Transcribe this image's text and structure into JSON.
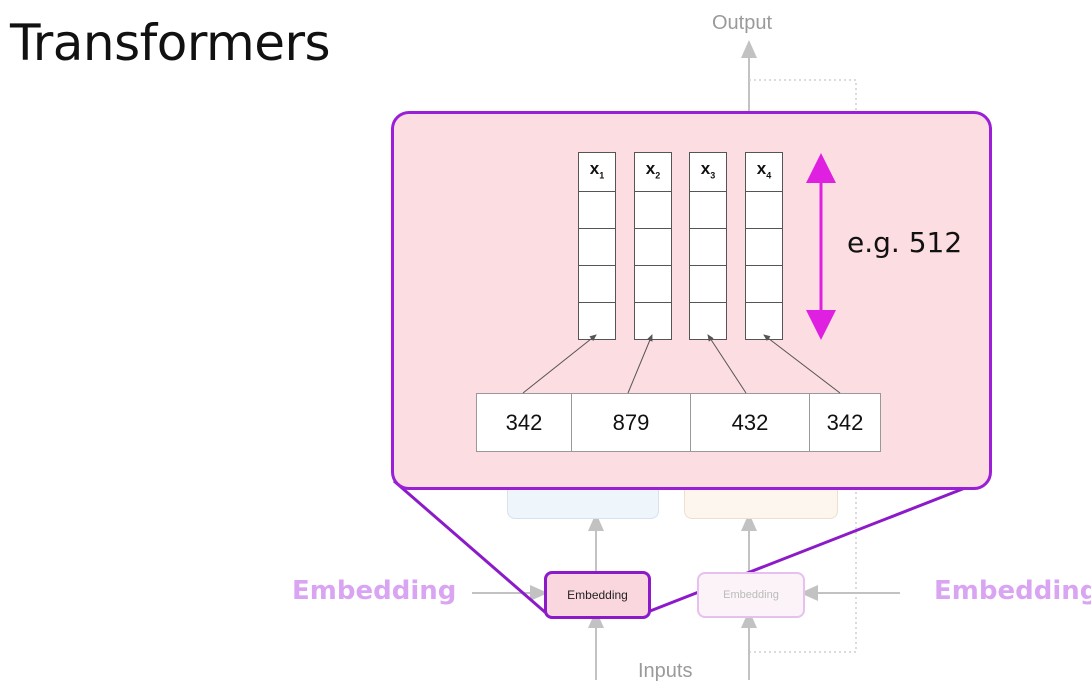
{
  "title": "Transformers",
  "diagram": {
    "output_label": "Output",
    "inputs_label": "Inputs",
    "side_labels": {
      "left": "Embedding",
      "right": "Embedding"
    },
    "embedding_box_left": "Embedding",
    "embedding_box_right": "Embedding",
    "zoom": {
      "vectors": [
        {
          "base": "x",
          "sub": "1"
        },
        {
          "base": "x",
          "sub": "2"
        },
        {
          "base": "x",
          "sub": "3"
        },
        {
          "base": "x",
          "sub": "4"
        }
      ],
      "cells_per_vector": 4,
      "tokens": [
        "342",
        "879",
        "432",
        "342"
      ],
      "dimension_label": "e.g. 512"
    },
    "colors": {
      "accent_purple": "#9a1fd6",
      "arrow_magenta": "#e020e0",
      "panel_pink": "#fcdde2",
      "side_label_lavender": "#d9a5f2"
    }
  }
}
